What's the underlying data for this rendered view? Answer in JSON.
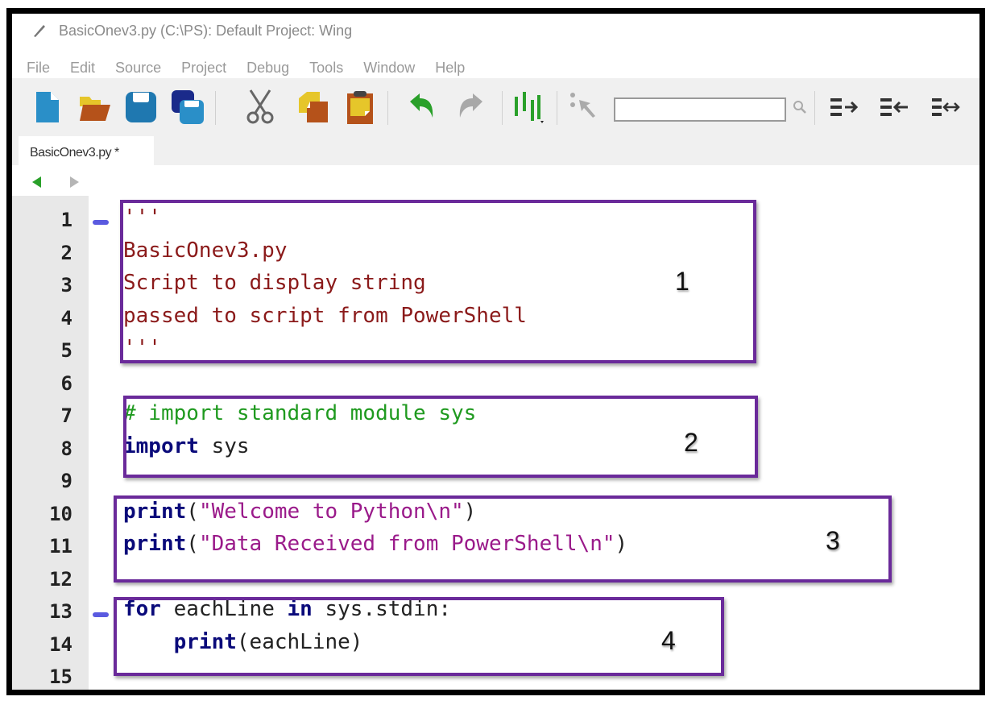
{
  "window": {
    "title": "BasicOnev3.py (C:\\PS): Default Project: Wing"
  },
  "menubar": {
    "items": [
      "File",
      "Edit",
      "Source",
      "Project",
      "Debug",
      "Tools",
      "Window",
      "Help"
    ]
  },
  "toolbar": {
    "icons": [
      "new-file-icon",
      "open-folder-icon",
      "save-icon",
      "save-all-icon",
      "cut-icon",
      "copy-icon",
      "paste-icon",
      "undo-icon",
      "redo-icon",
      "indent-guides-icon",
      "select-pointer-icon",
      "search-magnifier-icon",
      "indent-right-icon",
      "indent-left-icon",
      "indent-toggle-icon"
    ],
    "search": {
      "value": "",
      "placeholder": ""
    }
  },
  "tabs": [
    {
      "label": "BasicOnev3.py *",
      "active": true
    }
  ],
  "nav": {
    "back": "back-arrow-icon",
    "forward": "forward-arrow-icon"
  },
  "editor": {
    "line_numbers": [
      "1",
      "2",
      "3",
      "4",
      "5",
      "6",
      "7",
      "8",
      "9",
      "10",
      "11",
      "12",
      "13",
      "14",
      "15"
    ],
    "lines": [
      {
        "n": 1,
        "text": "'''"
      },
      {
        "n": 2,
        "text": "BasicOnev3.py"
      },
      {
        "n": 3,
        "text": "Script to display string"
      },
      {
        "n": 4,
        "text": "passed to script from PowerShell"
      },
      {
        "n": 5,
        "text": "'''"
      },
      {
        "n": 6,
        "text": ""
      },
      {
        "n": 7,
        "text": "# import standard module sys"
      },
      {
        "n": 8,
        "kw": "import",
        "rest": " sys"
      },
      {
        "n": 9,
        "text": ""
      },
      {
        "n": 10,
        "kw": "print",
        "open": "(",
        "str": "\"Welcome to Python\\n\"",
        "close": ")"
      },
      {
        "n": 11,
        "kw": "print",
        "open": "(",
        "str": "\"Data Received from PowerShell\\n\"",
        "close": ")"
      },
      {
        "n": 12,
        "text": ""
      },
      {
        "n": 13,
        "kw": "for",
        "mid": " eachLine ",
        "kw2": "in",
        "rest": " sys.stdin:"
      },
      {
        "n": 14,
        "indent": "    ",
        "kw": "print",
        "rest": "(eachLine)"
      },
      {
        "n": 15,
        "text": ""
      }
    ]
  },
  "annotations": [
    {
      "label": "1"
    },
    {
      "label": "2"
    },
    {
      "label": "3"
    },
    {
      "label": "4"
    }
  ],
  "colors": {
    "annotation_border": "#6a2a9a",
    "docstring": "#8b1a1a",
    "comment": "#1f9a1f",
    "keyword": "#0a0a7a",
    "string": "#9a1a8a",
    "fold_marker": "#5a5ae0"
  }
}
